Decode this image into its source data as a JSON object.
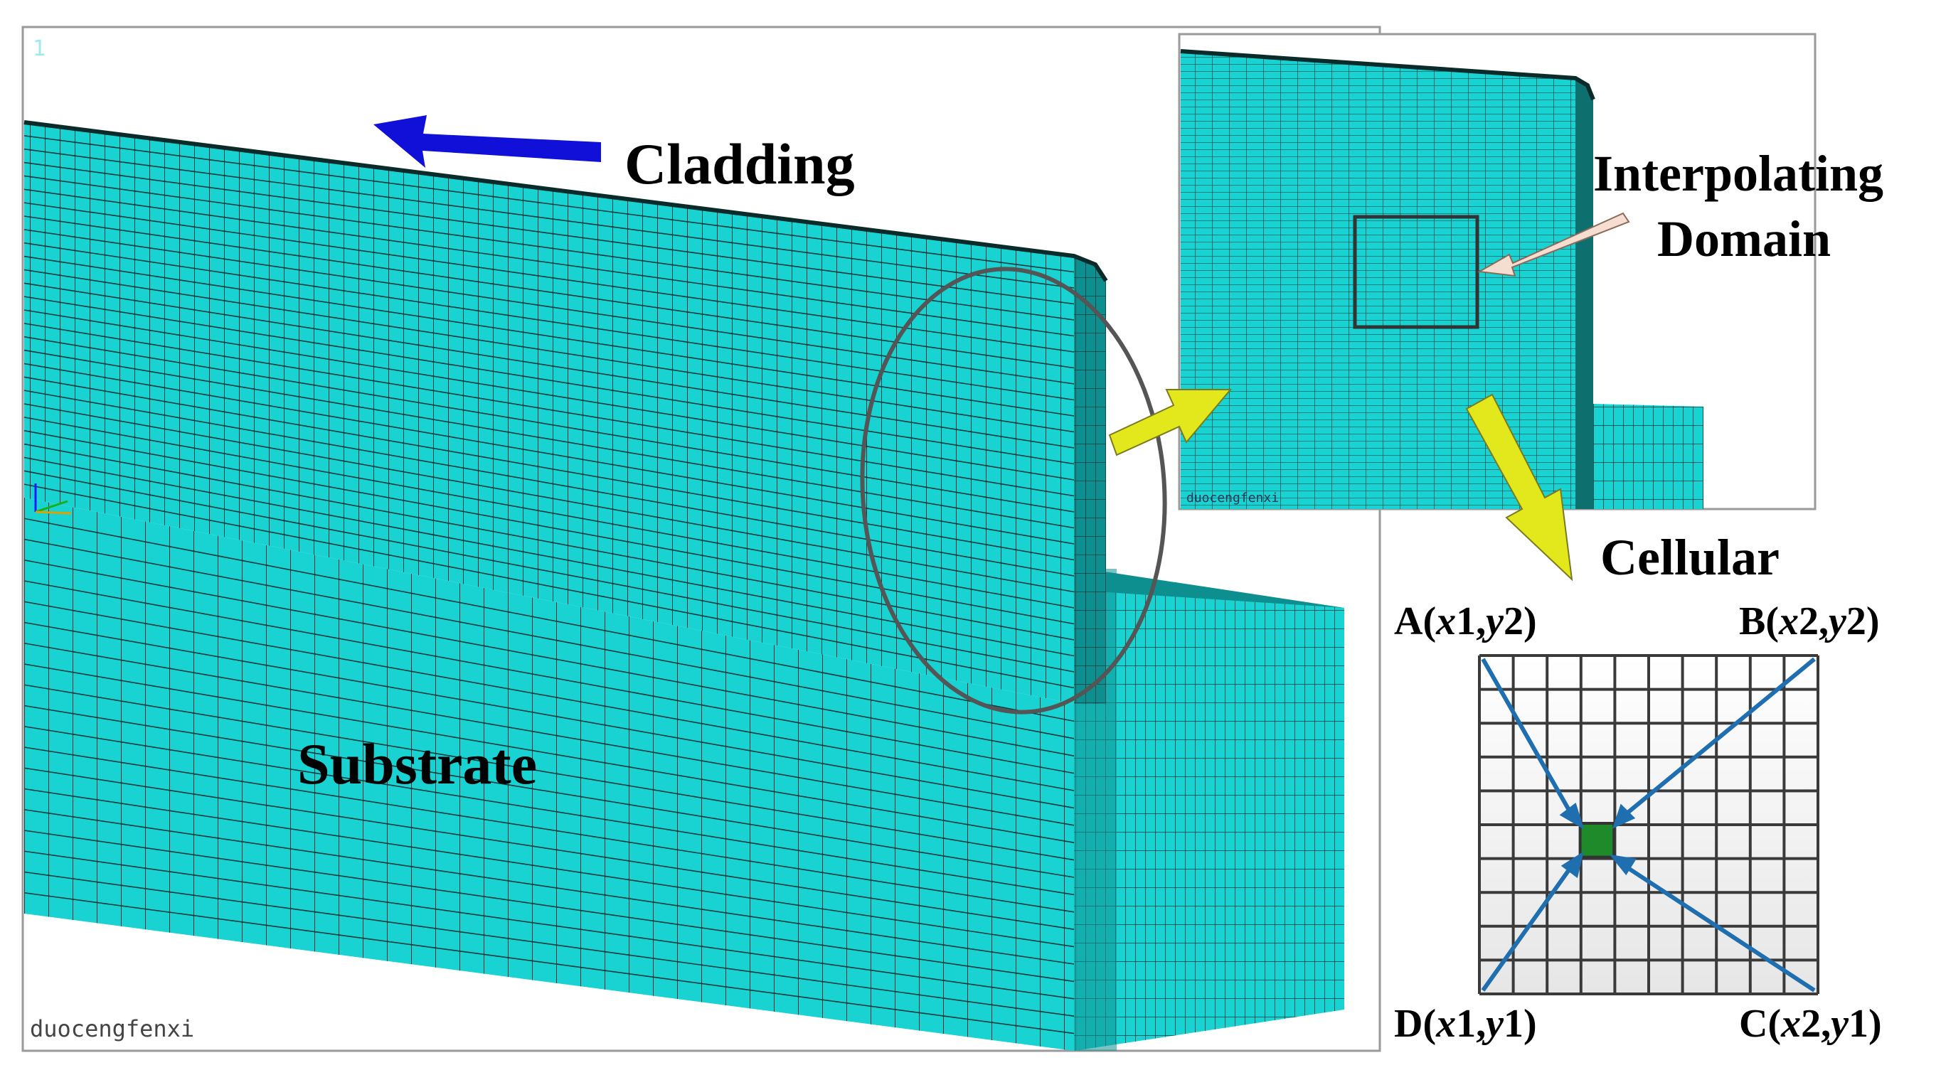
{
  "main_view": {
    "corner_label": "1",
    "watermark": "duocengfenxi",
    "cladding_label": "Cladding",
    "substrate_label": "Substrate"
  },
  "inset_view": {
    "watermark": "duocengfenxi",
    "interpolating_label_line1": "Interpolating",
    "interpolating_label_line2": "Domain"
  },
  "cellular": {
    "title": "Cellular",
    "corner_a": {
      "letter": "A(",
      "x": "x",
      "xi": "1",
      "sep": ",",
      "y": "y",
      "yi": "2",
      "close": ")"
    },
    "corner_b": {
      "letter": "B(",
      "x": "x",
      "xi": "2",
      "sep": ",",
      "y": "y",
      "yi": "2",
      "close": ")"
    },
    "corner_c": {
      "letter": "C(",
      "x": "x",
      "xi": "2",
      "sep": ",",
      "y": "y",
      "yi": "1",
      "close": ")"
    },
    "corner_d": {
      "letter": "D(",
      "x": "x",
      "xi": "1",
      "sep": ",",
      "y": "y",
      "yi": "1",
      "close": ")"
    }
  },
  "colors": {
    "mesh_fill": "#19d3d3",
    "mesh_dark": "#0e8f8f",
    "mesh_line": "#0b3a3a",
    "cladding_arrow": "#1010d8",
    "yellow_arrow": "#e2e81c",
    "target_cell": "#1e8a2a",
    "blue_arrows": "#1f6fb0",
    "grid_line": "#3a3a3a"
  }
}
